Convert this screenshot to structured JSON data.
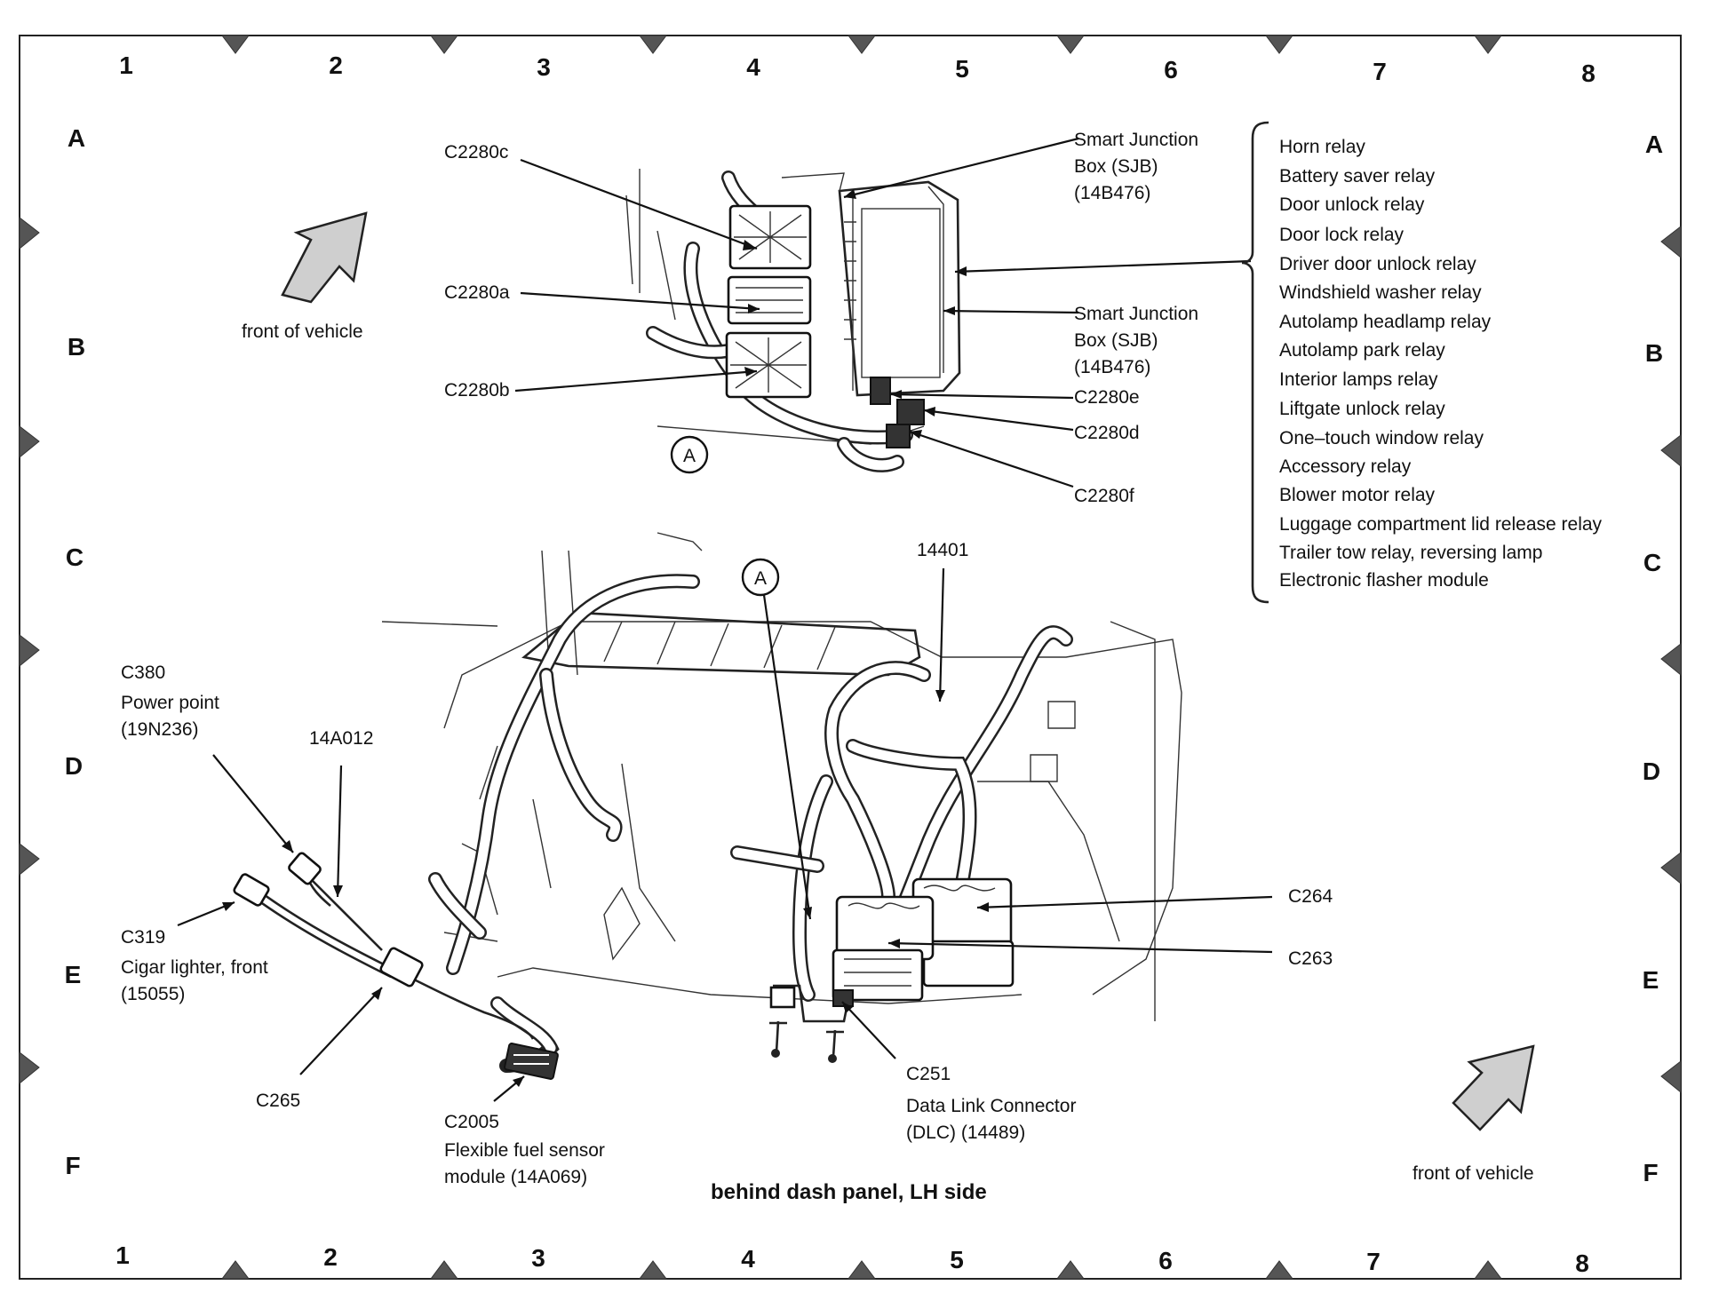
{
  "grid": {
    "columns": [
      "1",
      "2",
      "3",
      "4",
      "5",
      "6",
      "7",
      "8"
    ],
    "rows": [
      "A",
      "B",
      "C",
      "D",
      "E",
      "F"
    ]
  },
  "orientation": {
    "front_of_vehicle_top": "front of vehicle",
    "front_of_vehicle_bottom": "front of vehicle"
  },
  "callout": {
    "letter_top": "A",
    "letter_bottom": "A"
  },
  "labels": {
    "c2280c": "C2280c",
    "c2280a": "C2280a",
    "c2280b": "C2280b",
    "sjb_top": [
      "Smart Junction",
      "Box (SJB)",
      "(14B476)"
    ],
    "sjb_mid": [
      "Smart Junction",
      "Box (SJB)",
      "(14B476)"
    ],
    "c2280e": "C2280e",
    "c2280d": "C2280d",
    "c2280f": "C2280f",
    "h14401": "14401",
    "c380": [
      "C380",
      "Power point",
      "(19N236)"
    ],
    "h14a012": "14A012",
    "c319": [
      "C319",
      "Cigar lighter, front",
      "(15055)"
    ],
    "c265": "C265",
    "c2005": [
      "C2005",
      "Flexible fuel sensor",
      "module (14A069)"
    ],
    "c251": [
      "C251",
      "Data Link Connector",
      "(DLC) (14489)"
    ],
    "c264": "C264",
    "c263": "C263"
  },
  "relays": [
    "Horn relay",
    "Battery saver relay",
    "Door unlock relay",
    "Door lock relay",
    "Driver door unlock relay",
    "Windshield washer relay",
    "Autolamp headlamp relay",
    "Autolamp park relay",
    "Interior lamps relay",
    "Liftgate unlock relay",
    "One–touch window relay",
    "Accessory relay",
    "Blower motor relay",
    "Luggage compartment lid release relay",
    "Trailer tow relay, reversing lamp",
    "Electronic flasher module"
  ],
  "caption": "behind dash panel, LH side"
}
